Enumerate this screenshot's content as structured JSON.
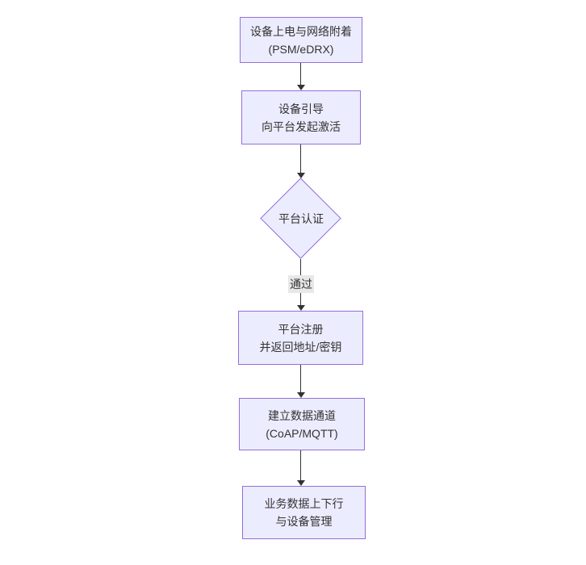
{
  "theme": {
    "node_fill": "#ECECFF",
    "node_border": "#9370DB",
    "edge_color": "#333333",
    "text_color": "#333333",
    "edge_label_bg": "#e8e8e8",
    "canvas_bg": "#ffffff"
  },
  "diagram": {
    "type": "flowchart",
    "direction": "top-down",
    "nodes": [
      {
        "id": "power-attach",
        "shape": "rect",
        "lines": [
          "设备上电与网络附着",
          "(PSM/eDRX)"
        ]
      },
      {
        "id": "bootstrap",
        "shape": "rect",
        "lines": [
          "设备引导",
          "向平台发起激活"
        ]
      },
      {
        "id": "platform-auth",
        "shape": "diamond",
        "lines": [
          "平台认证"
        ]
      },
      {
        "id": "register",
        "shape": "rect",
        "lines": [
          "平台注册",
          "并返回地址/密钥"
        ]
      },
      {
        "id": "data-channel",
        "shape": "rect",
        "lines": [
          "建立数据通道",
          "(CoAP/MQTT)"
        ]
      },
      {
        "id": "business-data",
        "shape": "rect",
        "lines": [
          "业务数据上下行",
          "与设备管理"
        ]
      }
    ],
    "edges": [
      {
        "from": "power-attach",
        "to": "bootstrap",
        "label": ""
      },
      {
        "from": "bootstrap",
        "to": "platform-auth",
        "label": ""
      },
      {
        "from": "platform-auth",
        "to": "register",
        "label": "通过"
      },
      {
        "from": "register",
        "to": "data-channel",
        "label": ""
      },
      {
        "from": "data-channel",
        "to": "business-data",
        "label": ""
      }
    ]
  }
}
